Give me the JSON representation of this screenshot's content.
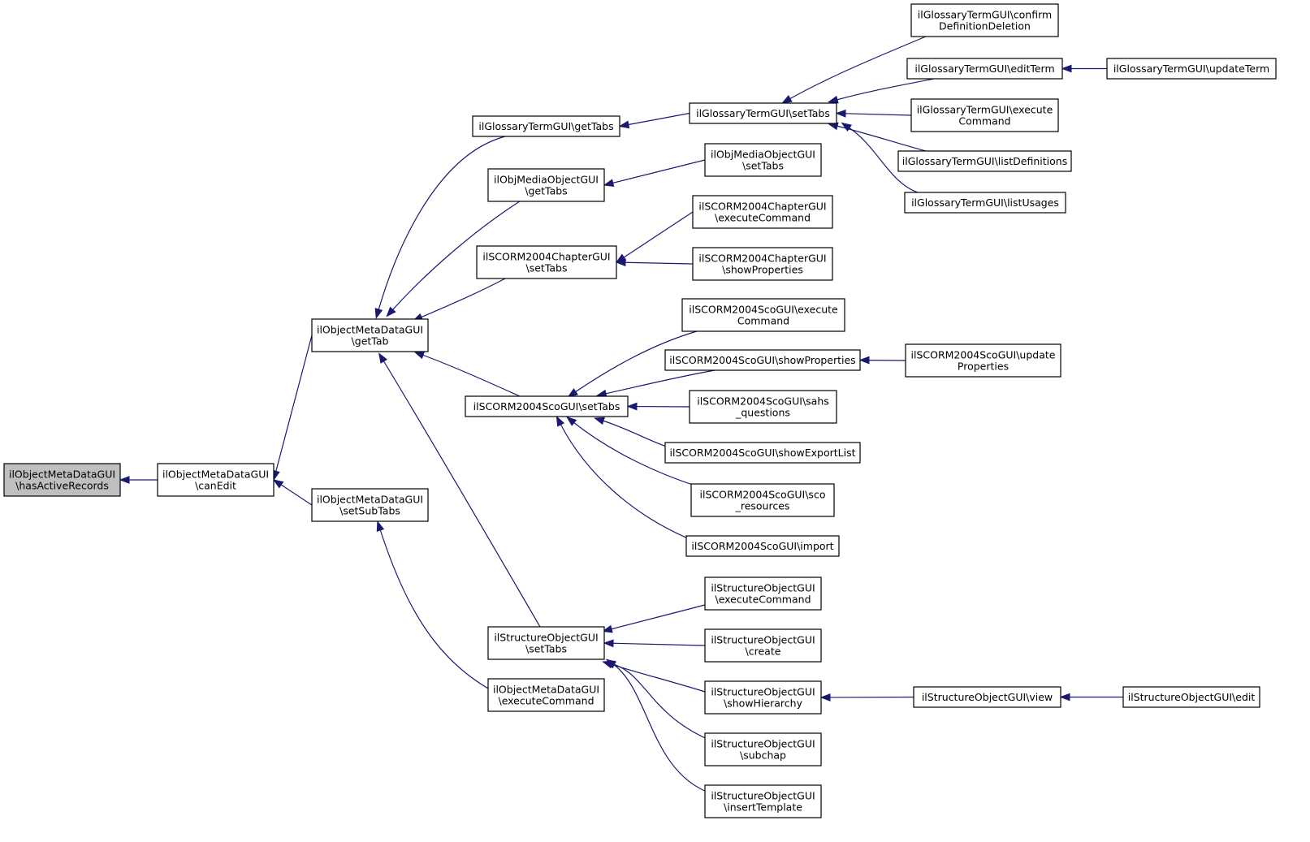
{
  "diagram": {
    "colors": {
      "edge": "#191970",
      "root_fill": "#bfbfbf",
      "node_fill": "#ffffff",
      "border": "#000000"
    },
    "nodes": [
      {
        "id": "root",
        "lines": [
          "ilObjectMetaDataGUI",
          "\\hasActiveRecords"
        ],
        "root": true
      },
      {
        "id": "canEdit",
        "lines": [
          "ilObjectMetaDataGUI",
          "\\canEdit"
        ]
      },
      {
        "id": "getTab",
        "lines": [
          "ilObjectMetaDataGUI",
          "\\getTab"
        ]
      },
      {
        "id": "setSubTabs",
        "lines": [
          "ilObjectMetaDataGUI",
          "\\setSubTabs"
        ]
      },
      {
        "id": "gtGetTabs",
        "lines": [
          "ilGlossaryTermGUI\\getTabs"
        ]
      },
      {
        "id": "omGetTabs",
        "lines": [
          "ilObjMediaObjectGUI",
          "\\getTabs"
        ]
      },
      {
        "id": "chSetTabs",
        "lines": [
          "ilSCORM2004ChapterGUI",
          "\\setTabs"
        ]
      },
      {
        "id": "scoSetTabs",
        "lines": [
          "ilSCORM2004ScoGUI\\setTabs"
        ]
      },
      {
        "id": "stSetTabs",
        "lines": [
          "ilStructureObjectGUI",
          "\\setTabs"
        ]
      },
      {
        "id": "omdExec",
        "lines": [
          "ilObjectMetaDataGUI",
          "\\executeCommand"
        ]
      },
      {
        "id": "gtSetTabs",
        "lines": [
          "ilGlossaryTermGUI\\setTabs"
        ]
      },
      {
        "id": "omSetTabs",
        "lines": [
          "ilObjMediaObjectGUI",
          "\\setTabs"
        ]
      },
      {
        "id": "chExec",
        "lines": [
          "ilSCORM2004ChapterGUI",
          "\\executeCommand"
        ]
      },
      {
        "id": "chShow",
        "lines": [
          "ilSCORM2004ChapterGUI",
          "\\showProperties"
        ]
      },
      {
        "id": "scoExec",
        "lines": [
          "ilSCORM2004ScoGUI\\execute",
          "Command"
        ]
      },
      {
        "id": "scoShow",
        "lines": [
          "ilSCORM2004ScoGUI\\showProperties"
        ]
      },
      {
        "id": "scoSahs",
        "lines": [
          "ilSCORM2004ScoGUI\\sahs",
          "_questions"
        ]
      },
      {
        "id": "scoExport",
        "lines": [
          "ilSCORM2004ScoGUI\\showExportList"
        ]
      },
      {
        "id": "scoRes",
        "lines": [
          "ilSCORM2004ScoGUI\\sco",
          "_resources"
        ]
      },
      {
        "id": "scoImport",
        "lines": [
          "ilSCORM2004ScoGUI\\import"
        ]
      },
      {
        "id": "stExec",
        "lines": [
          "ilStructureObjectGUI",
          "\\executeCommand"
        ]
      },
      {
        "id": "stCreate",
        "lines": [
          "ilStructureObjectGUI",
          "\\create"
        ]
      },
      {
        "id": "stShowH",
        "lines": [
          "ilStructureObjectGUI",
          "\\showHierarchy"
        ]
      },
      {
        "id": "stSubchap",
        "lines": [
          "ilStructureObjectGUI",
          "\\subchap"
        ]
      },
      {
        "id": "stInsert",
        "lines": [
          "ilStructureObjectGUI",
          "\\insertTemplate"
        ]
      },
      {
        "id": "gtConfirm",
        "lines": [
          "ilGlossaryTermGUI\\confirm",
          "DefinitionDeletion"
        ]
      },
      {
        "id": "gtEdit",
        "lines": [
          "ilGlossaryTermGUI\\editTerm"
        ]
      },
      {
        "id": "gtExec",
        "lines": [
          "ilGlossaryTermGUI\\execute",
          "Command"
        ]
      },
      {
        "id": "gtListDef",
        "lines": [
          "ilGlossaryTermGUI\\listDefinitions"
        ]
      },
      {
        "id": "gtListUse",
        "lines": [
          "ilGlossaryTermGUI\\listUsages"
        ]
      },
      {
        "id": "gtUpdate",
        "lines": [
          "ilGlossaryTermGUI\\updateTerm"
        ]
      },
      {
        "id": "scoUpdate",
        "lines": [
          "ilSCORM2004ScoGUI\\update",
          "Properties"
        ]
      },
      {
        "id": "stView",
        "lines": [
          "ilStructureObjectGUI\\view"
        ]
      },
      {
        "id": "stEdit",
        "lines": [
          "ilStructureObjectGUI\\edit"
        ]
      }
    ],
    "edges": [
      {
        "from": "canEdit",
        "to": "root"
      },
      {
        "from": "getTab",
        "to": "canEdit"
      },
      {
        "from": "setSubTabs",
        "to": "canEdit"
      },
      {
        "from": "gtGetTabs",
        "to": "getTab"
      },
      {
        "from": "omGetTabs",
        "to": "getTab"
      },
      {
        "from": "chSetTabs",
        "to": "getTab"
      },
      {
        "from": "scoSetTabs",
        "to": "getTab"
      },
      {
        "from": "stSetTabs",
        "to": "getTab"
      },
      {
        "from": "omdExec",
        "to": "setSubTabs"
      },
      {
        "from": "gtSetTabs",
        "to": "gtGetTabs"
      },
      {
        "from": "omSetTabs",
        "to": "omGetTabs"
      },
      {
        "from": "chExec",
        "to": "chSetTabs"
      },
      {
        "from": "chShow",
        "to": "chSetTabs"
      },
      {
        "from": "scoExec",
        "to": "scoSetTabs"
      },
      {
        "from": "scoShow",
        "to": "scoSetTabs"
      },
      {
        "from": "scoSahs",
        "to": "scoSetTabs"
      },
      {
        "from": "scoExport",
        "to": "scoSetTabs"
      },
      {
        "from": "scoRes",
        "to": "scoSetTabs"
      },
      {
        "from": "scoImport",
        "to": "scoSetTabs"
      },
      {
        "from": "stExec",
        "to": "stSetTabs"
      },
      {
        "from": "stCreate",
        "to": "stSetTabs"
      },
      {
        "from": "stShowH",
        "to": "stSetTabs"
      },
      {
        "from": "stSubchap",
        "to": "stSetTabs"
      },
      {
        "from": "stInsert",
        "to": "stSetTabs"
      },
      {
        "from": "gtConfirm",
        "to": "gtSetTabs"
      },
      {
        "from": "gtEdit",
        "to": "gtSetTabs"
      },
      {
        "from": "gtExec",
        "to": "gtSetTabs"
      },
      {
        "from": "gtListDef",
        "to": "gtSetTabs"
      },
      {
        "from": "gtListUse",
        "to": "gtSetTabs"
      },
      {
        "from": "gtUpdate",
        "to": "gtEdit"
      },
      {
        "from": "scoUpdate",
        "to": "scoShow"
      },
      {
        "from": "stView",
        "to": "stShowH"
      },
      {
        "from": "stEdit",
        "to": "stView"
      }
    ]
  }
}
